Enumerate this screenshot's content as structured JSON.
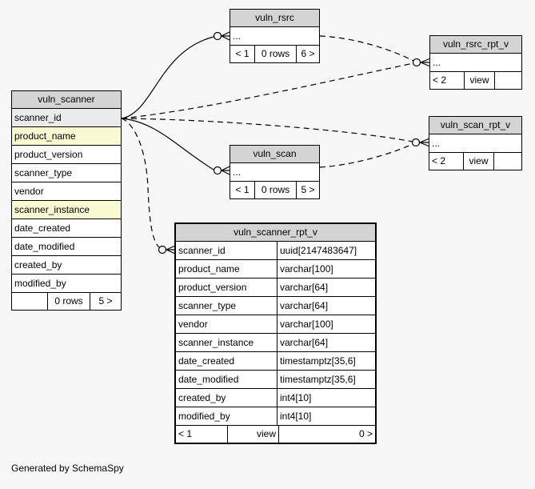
{
  "page": {
    "footer_note": "Generated by SchemaSpy"
  },
  "colors": {
    "background": "#f7f7f7",
    "table_header_bg": "#d4d4d4",
    "primary_key_row_bg": "#ebebeb",
    "indexed_row_bg": "#fafad2",
    "border": "#000000",
    "table_bg": "#ffffff"
  },
  "tables": {
    "vuln_scanner": {
      "title": "vuln_scanner",
      "columns": [
        "scanner_id",
        "product_name",
        "product_version",
        "scanner_type",
        "vendor",
        "scanner_instance",
        "date_created",
        "date_modified",
        "created_by",
        "modified_by"
      ],
      "footer": {
        "left": "",
        "center": "0 rows",
        "right": "5 >"
      }
    },
    "vuln_rsrc": {
      "title": "vuln_rsrc",
      "body": "...",
      "footer": {
        "left": "< 1",
        "center": "0 rows",
        "right": "6 >"
      }
    },
    "vuln_scan": {
      "title": "vuln_scan",
      "body": "...",
      "footer": {
        "left": "< 1",
        "center": "0 rows",
        "right": "5 >"
      }
    },
    "vuln_rsrc_rpt_v": {
      "title": "vuln_rsrc_rpt_v",
      "body": "...",
      "footer": {
        "left": "< 2",
        "center": "view",
        "right": ""
      }
    },
    "vuln_scan_rpt_v": {
      "title": "vuln_scan_rpt_v",
      "body": "...",
      "footer": {
        "left": "< 2",
        "center": "view",
        "right": ""
      }
    },
    "vuln_scanner_rpt_v": {
      "title": "vuln_scanner_rpt_v",
      "columns": [
        {
          "name": "scanner_id",
          "type": "uuid[2147483647]"
        },
        {
          "name": "product_name",
          "type": "varchar[100]"
        },
        {
          "name": "product_version",
          "type": "varchar[64]"
        },
        {
          "name": "scanner_type",
          "type": "varchar[64]"
        },
        {
          "name": "vendor",
          "type": "varchar[100]"
        },
        {
          "name": "scanner_instance",
          "type": "varchar[64]"
        },
        {
          "name": "date_created",
          "type": "timestamptz[35,6]"
        },
        {
          "name": "date_modified",
          "type": "timestamptz[35,6]"
        },
        {
          "name": "created_by",
          "type": "int4[10]"
        },
        {
          "name": "modified_by",
          "type": "int4[10]"
        }
      ],
      "footer": {
        "left": "< 1",
        "center": "view",
        "right": "0 >"
      }
    }
  },
  "edges": [
    {
      "from": "vuln_scanner.scanner_id",
      "to": "vuln_rsrc",
      "style": "solid"
    },
    {
      "from": "vuln_scanner.scanner_id",
      "to": "vuln_scan",
      "style": "solid"
    },
    {
      "from": "vuln_scanner.scanner_id",
      "to": "vuln_scanner_rpt_v.scanner_id",
      "style": "dashed"
    },
    {
      "from": "vuln_scanner.scanner_id",
      "to": "vuln_rsrc_rpt_v",
      "style": "dashed"
    },
    {
      "from": "vuln_scanner.scanner_id",
      "to": "vuln_scan_rpt_v",
      "style": "dashed"
    },
    {
      "from": "vuln_rsrc",
      "to": "vuln_rsrc_rpt_v",
      "style": "dashed"
    },
    {
      "from": "vuln_scan",
      "to": "vuln_scan_rpt_v",
      "style": "dashed"
    }
  ]
}
